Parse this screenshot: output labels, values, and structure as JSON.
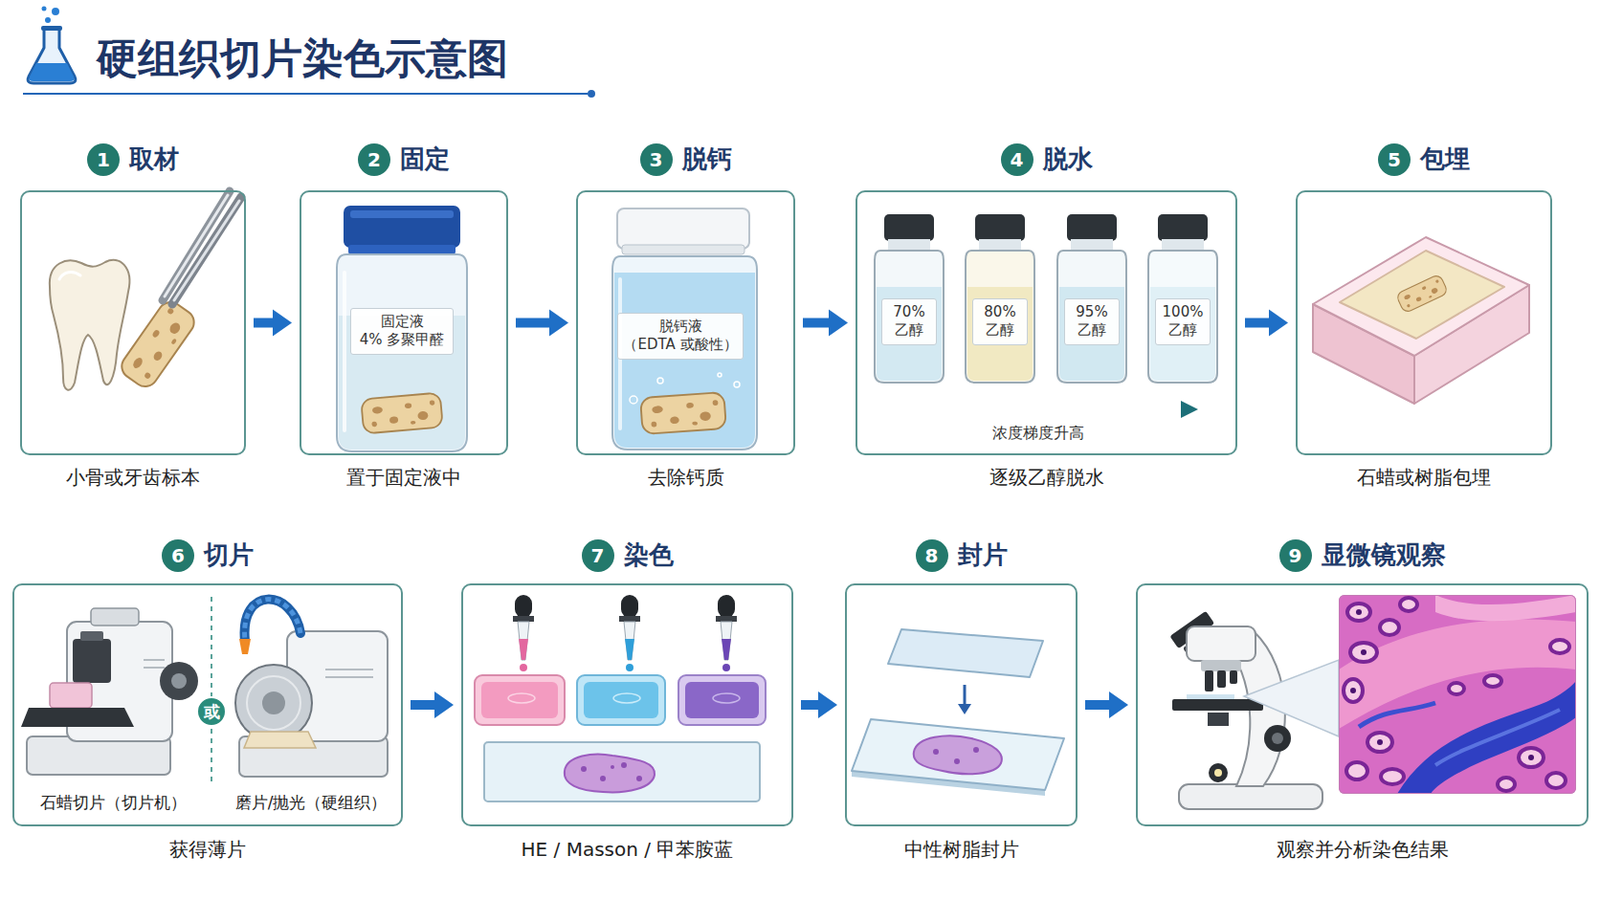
{
  "diagram": {
    "title": "硬组织切片染色示意图",
    "nodes": [
      {
        "text": [
          "1"
        ]
      },
      {
        "text": [
          "取材",
          "小骨或牙齿标本"
        ]
      },
      {
        "text": [
          "2"
        ]
      },
      {
        "text": [
          "固定",
          "置于固定液中"
        ]
      },
      {
        "text": [
          "固定液",
          "4% 多聚甲醛"
        ],
        "in": 3
      },
      {
        "text": [
          "3"
        ]
      },
      {
        "text": [
          "脱钙",
          "去除钙质"
        ]
      },
      {
        "text": [
          "脱钙液",
          "（EDTA 或酸性）"
        ],
        "in": 6
      },
      {
        "text": [
          "4"
        ]
      },
      {
        "text": [
          "脱水",
          "逐级乙醇脱水"
        ]
      },
      {
        "text": [
          "70% 乙醇"
        ],
        "in": 9
      },
      {
        "text": [
          "80% 乙醇"
        ],
        "in": 9
      },
      {
        "text": [
          "95% 乙醇"
        ],
        "in": 9
      },
      {
        "text": [
          "100% 乙醇"
        ],
        "in": 9
      },
      {
        "text": [
          "5"
        ]
      },
      {
        "text": [
          "包埋",
          "石蜡或树脂包埋"
        ]
      },
      {
        "text": [
          "6"
        ]
      },
      {
        "text": [
          "切片",
          "获得薄片"
        ]
      },
      {
        "text": [
          "或"
        ],
        "in": 17
      },
      {
        "text": [
          "7"
        ]
      },
      {
        "text": [
          "染色",
          "HE / Masson / 甲苯胺蓝"
        ]
      },
      {
        "text": [
          "8"
        ]
      },
      {
        "text": [
          "封片",
          "中性树脂封片"
        ]
      },
      {
        "text": [
          "9"
        ]
      },
      {
        "text": [
          "显微镜观察",
          "观察并分析染色结果"
        ]
      }
    ],
    "edges": [
      {
        "from": 1,
        "to": 3,
        "arrow": "to"
      },
      {
        "from": 3,
        "to": 6,
        "arrow": "to"
      },
      {
        "from": 6,
        "to": 9,
        "arrow": "to"
      },
      {
        "from": 9,
        "to": 15,
        "arrow": "to"
      },
      {
        "from": 17,
        "to": 20,
        "arrow": "to"
      },
      {
        "from": 20,
        "to": 22,
        "arrow": "to"
      },
      {
        "from": 22,
        "to": 24,
        "arrow": "to"
      }
    ],
    "labels": [
      "浓度梯度升高",
      "石蜡切片（切片机）",
      "磨片/抛光（硬组织）"
    ]
  }
}
